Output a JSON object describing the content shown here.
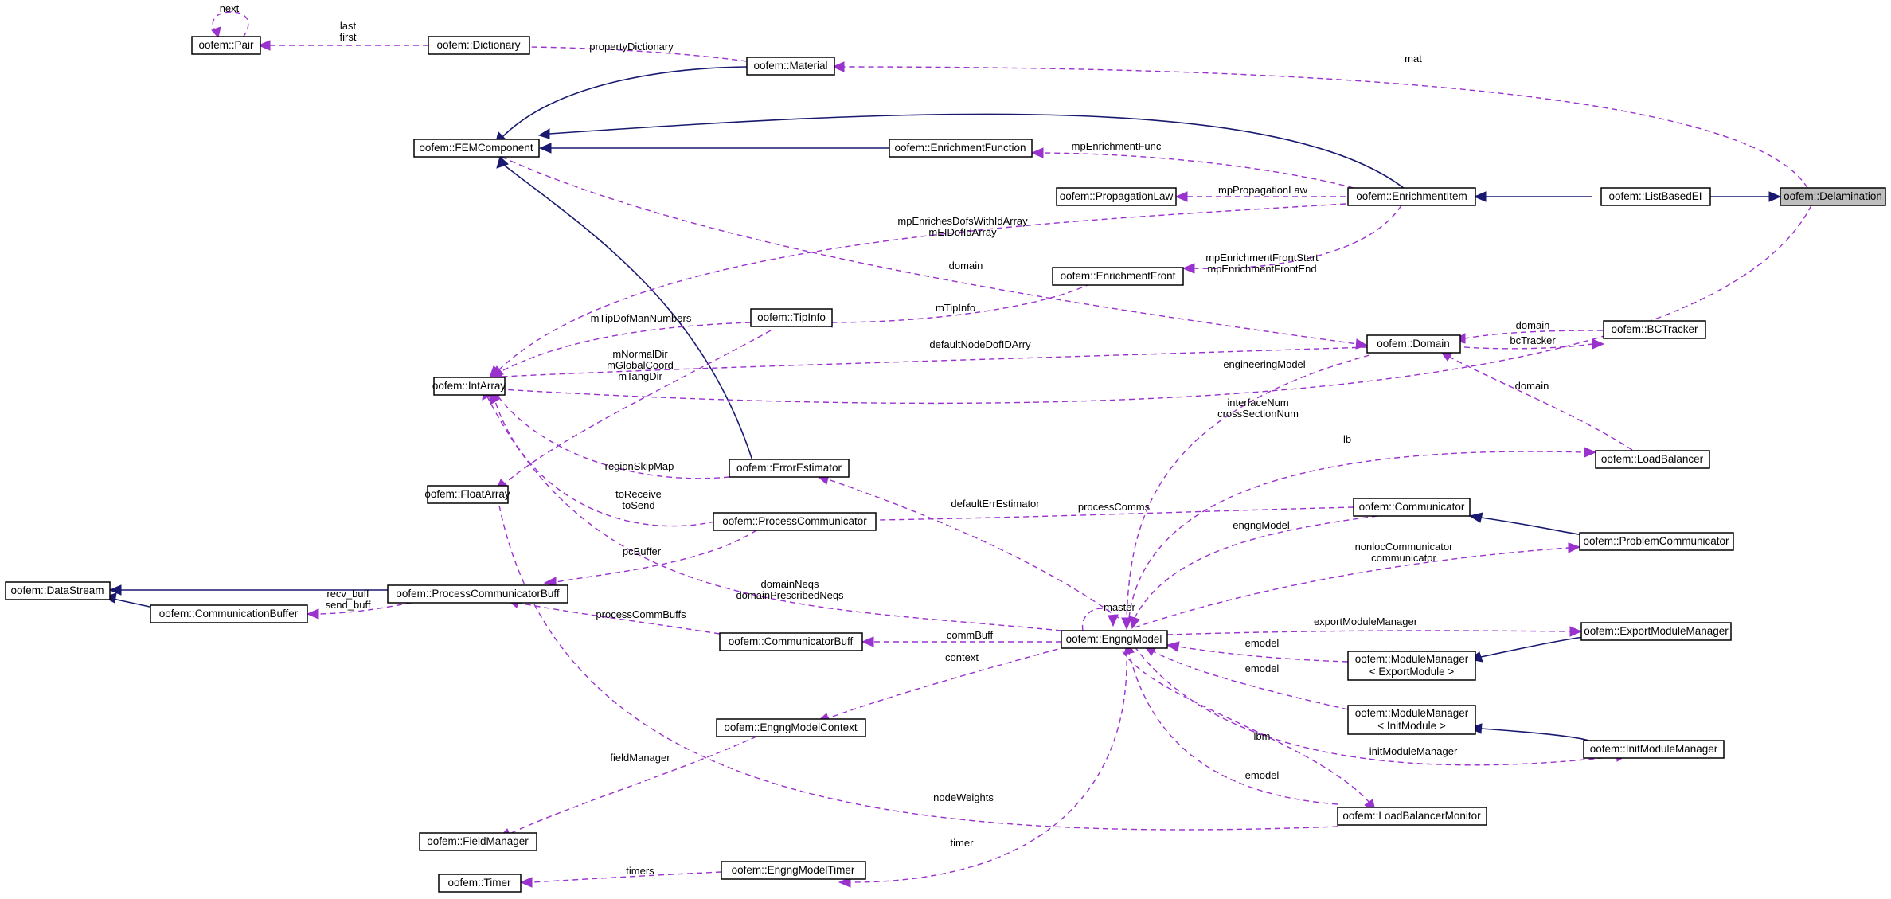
{
  "nodes": [
    {
      "id": "delamination",
      "label": "oofem::Delamination",
      "highlight": true
    },
    {
      "id": "listbasedei",
      "label": "oofem::ListBasedEI"
    },
    {
      "id": "enrichmentitem",
      "label": "oofem::EnrichmentItem"
    },
    {
      "id": "femcomponent",
      "label": "oofem::FEMComponent"
    },
    {
      "id": "material",
      "label": "oofem::Material"
    },
    {
      "id": "dictionary",
      "label": "oofem::Dictionary"
    },
    {
      "id": "pair",
      "label": "oofem::Pair"
    },
    {
      "id": "enrichmentfunction",
      "label": "oofem::EnrichmentFunction"
    },
    {
      "id": "propagationlaw",
      "label": "oofem::PropagationLaw"
    },
    {
      "id": "enrichmentfront",
      "label": "oofem::EnrichmentFront"
    },
    {
      "id": "tipinfo",
      "label": "oofem::TipInfo"
    },
    {
      "id": "intarray",
      "label": "oofem::IntArray"
    },
    {
      "id": "floatarray",
      "label": "oofem::FloatArray"
    },
    {
      "id": "domain",
      "label": "oofem::Domain"
    },
    {
      "id": "bctracker",
      "label": "oofem::BCTracker"
    },
    {
      "id": "loadbalancer",
      "label": "oofem::LoadBalancer"
    },
    {
      "id": "errorestimator",
      "label": "oofem::ErrorEstimator"
    },
    {
      "id": "processcommunicator",
      "label": "oofem::ProcessCommunicator"
    },
    {
      "id": "communicator",
      "label": "oofem::Communicator"
    },
    {
      "id": "problemcommunicator",
      "label": "oofem::ProblemCommunicator"
    },
    {
      "id": "datastream",
      "label": "oofem::DataStream"
    },
    {
      "id": "processcommunicatorbuff",
      "label": "oofem::ProcessCommunicatorBuff"
    },
    {
      "id": "communicationbuffer",
      "label": "oofem::CommunicationBuffer"
    },
    {
      "id": "communicatorbuff",
      "label": "oofem::CommunicatorBuff"
    },
    {
      "id": "engngmodel",
      "label": "oofem::EngngModel"
    },
    {
      "id": "exportmodulemanager",
      "label": "oofem::ExportModuleManager"
    },
    {
      "id": "modulemanager_export",
      "label": "oofem::ModuleManager",
      "label2": "< ExportModule >"
    },
    {
      "id": "modulemanager_init",
      "label": "oofem::ModuleManager",
      "label2": "< InitModule >"
    },
    {
      "id": "initmodulemanager",
      "label": "oofem::InitModuleManager"
    },
    {
      "id": "engngmodelcontext",
      "label": "oofem::EngngModelContext"
    },
    {
      "id": "fieldmanager",
      "label": "oofem::FieldManager"
    },
    {
      "id": "loadbalancermonitor",
      "label": "oofem::LoadBalancerMonitor"
    },
    {
      "id": "engngmodeltimer",
      "label": "oofem::EngngModelTimer"
    },
    {
      "id": "timer",
      "label": "oofem::Timer"
    }
  ],
  "edges": [
    {
      "id": "e1",
      "kind": "inherit",
      "from": "listbasedei",
      "to": "delamination"
    },
    {
      "id": "e2",
      "kind": "inherit",
      "from": "enrichmentitem",
      "to": "listbasedei"
    },
    {
      "id": "e3",
      "kind": "inherit",
      "from": "femcomponent",
      "to": "enrichmentitem"
    },
    {
      "id": "e4",
      "kind": "inherit",
      "from": "femcomponent",
      "to": "material"
    },
    {
      "id": "e5",
      "kind": "inherit",
      "from": "femcomponent",
      "to": "enrichmentfunction"
    },
    {
      "id": "e6",
      "kind": "inherit",
      "from": "femcomponent",
      "to": "errorestimator"
    },
    {
      "id": "e7",
      "kind": "inherit",
      "from": "datastream",
      "to": "processcommunicatorbuff"
    },
    {
      "id": "e8",
      "kind": "inherit",
      "from": "datastream",
      "to": "communicationbuffer"
    },
    {
      "id": "e9",
      "kind": "inherit",
      "from": "communicator",
      "to": "problemcommunicator"
    },
    {
      "id": "e10",
      "kind": "inherit",
      "from": "modulemanager_export",
      "to": "exportmodulemanager"
    },
    {
      "id": "e11",
      "kind": "inherit",
      "from": "modulemanager_init",
      "to": "initmodulemanager"
    },
    {
      "id": "u1",
      "kind": "use",
      "label": "mat"
    },
    {
      "id": "u2",
      "kind": "use",
      "label": "propertyDictionary"
    },
    {
      "id": "u3",
      "kind": "use",
      "label": "last",
      "label2": "first"
    },
    {
      "id": "u4",
      "kind": "use",
      "label": "next"
    },
    {
      "id": "u5",
      "kind": "use",
      "label": "mpEnrichmentFunc"
    },
    {
      "id": "u6",
      "kind": "use",
      "label": "mpPropagationLaw"
    },
    {
      "id": "u7",
      "kind": "use",
      "label": "mpEnrichmentFrontStart",
      "label2": "mpEnrichmentFrontEnd"
    },
    {
      "id": "u8",
      "kind": "use",
      "label": "mpEnrichesDofsWithIdArray",
      "label2": "mEIDofIdArray"
    },
    {
      "id": "u9",
      "kind": "use",
      "label": "domain"
    },
    {
      "id": "u10",
      "kind": "use",
      "label": "mTipInfo"
    },
    {
      "id": "u11",
      "kind": "use",
      "label": "mTipDofManNumbers"
    },
    {
      "id": "u12",
      "kind": "use",
      "label": "mNormalDir",
      "label2": "mGlobalCoord",
      "label3": "mTangDir"
    },
    {
      "id": "u13",
      "kind": "use",
      "label": "defaultNodeDofIDArry"
    },
    {
      "id": "u14",
      "kind": "use",
      "label": "domain"
    },
    {
      "id": "u15",
      "kind": "use",
      "label": "bcTracker"
    },
    {
      "id": "u16",
      "kind": "use",
      "label": "domain"
    },
    {
      "id": "u17",
      "kind": "use",
      "label": "interfaceNum",
      "label2": "crossSectionNum"
    },
    {
      "id": "u18",
      "kind": "use",
      "label": "engineeringModel"
    },
    {
      "id": "u19",
      "kind": "use",
      "label": "lb"
    },
    {
      "id": "u20",
      "kind": "use",
      "label": "regionSkipMap"
    },
    {
      "id": "u21",
      "kind": "use",
      "label": "defaultErrEstimator"
    },
    {
      "id": "u22",
      "kind": "use",
      "label": "toReceive",
      "label2": "toSend"
    },
    {
      "id": "u23",
      "kind": "use",
      "label": "processComms"
    },
    {
      "id": "u24",
      "kind": "use",
      "label": "engngModel"
    },
    {
      "id": "u25",
      "kind": "use",
      "label": "pcBuffer"
    },
    {
      "id": "u26",
      "kind": "use",
      "label": "nonlocCommunicator",
      "label2": "communicator"
    },
    {
      "id": "u27",
      "kind": "use",
      "label": "recv_buff",
      "label2": "send_buff"
    },
    {
      "id": "u28",
      "kind": "use",
      "label": "domainNeqs",
      "label2": "domainPrescribedNeqs"
    },
    {
      "id": "u29",
      "kind": "use",
      "label": "master"
    },
    {
      "id": "u30",
      "kind": "use",
      "label": "exportModuleManager"
    },
    {
      "id": "u31",
      "kind": "use",
      "label": "processCommBuffs"
    },
    {
      "id": "u32",
      "kind": "use",
      "label": "commBuff"
    },
    {
      "id": "u33",
      "kind": "use",
      "label": "emodel"
    },
    {
      "id": "u34",
      "kind": "use",
      "label": "emodel"
    },
    {
      "id": "u35",
      "kind": "use",
      "label": "context"
    },
    {
      "id": "u36",
      "kind": "use",
      "label": "fieldManager"
    },
    {
      "id": "u37",
      "kind": "use",
      "label": "initModuleManager"
    },
    {
      "id": "u38",
      "kind": "use",
      "label": "lbm"
    },
    {
      "id": "u39",
      "kind": "use",
      "label": "emodel"
    },
    {
      "id": "u40",
      "kind": "use",
      "label": "nodeWeights"
    },
    {
      "id": "u41",
      "kind": "use",
      "label": "timer"
    },
    {
      "id": "u42",
      "kind": "use",
      "label": "timers"
    }
  ]
}
